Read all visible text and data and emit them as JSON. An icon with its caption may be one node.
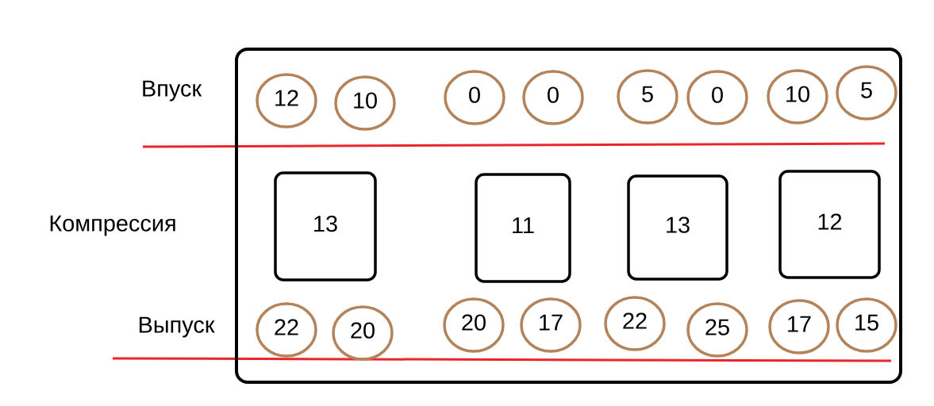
{
  "diagram": {
    "nodes": [
      {
        "text": [],
        "shape": "box"
      },
      {
        "text": [
          "12"
        ],
        "in": 0
      },
      {
        "text": [
          "10"
        ],
        "in": 0
      },
      {
        "text": [
          "0"
        ],
        "in": 0
      },
      {
        "text": [
          "0"
        ],
        "in": 0
      },
      {
        "text": [
          "5"
        ],
        "in": 0
      },
      {
        "text": [
          "0"
        ],
        "in": 0
      },
      {
        "text": [
          "10"
        ],
        "in": 0
      },
      {
        "text": [
          "5"
        ],
        "in": 0
      },
      {
        "text": [
          "13"
        ],
        "in": 0
      },
      {
        "text": [
          "11"
        ],
        "in": 0
      },
      {
        "text": [
          "13"
        ],
        "in": 0
      },
      {
        "text": [
          "12"
        ],
        "in": 0
      },
      {
        "text": [
          "22"
        ],
        "in": 0
      },
      {
        "text": [
          "20"
        ],
        "in": 0
      },
      {
        "text": [
          "20"
        ],
        "in": 0
      },
      {
        "text": [
          "17"
        ],
        "in": 0
      },
      {
        "text": [
          "22"
        ],
        "in": 0
      },
      {
        "text": [
          "25"
        ],
        "in": 0
      },
      {
        "text": [
          "17"
        ],
        "in": 0
      },
      {
        "text": [
          "15"
        ],
        "in": 0
      }
    ],
    "labels": [
      "Впуск",
      "Компрессия",
      "Выпуск"
    ]
  }
}
